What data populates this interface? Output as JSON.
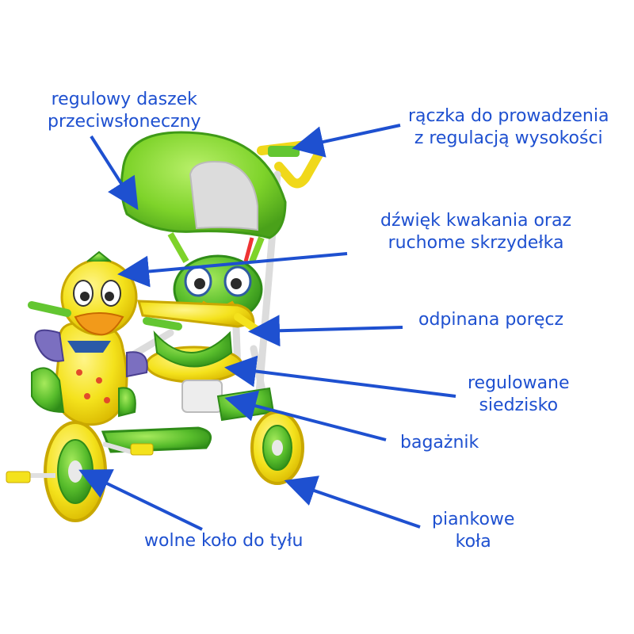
{
  "labels": {
    "canopy": [
      "regulowy daszek",
      "przeciwsłoneczny"
    ],
    "handle": [
      "rączka do prowadzenia",
      "z regulacją wysokości"
    ],
    "sound": [
      "dźwięk kwakania oraz",
      "ruchome skrzydełka"
    ],
    "rail": [
      "odpinana poręcz"
    ],
    "seat": [
      "regulowane",
      "siedzisko"
    ],
    "trunk": [
      "bagażnik"
    ],
    "wheels": [
      "piankowe",
      "koła"
    ],
    "freewheel": [
      "wolne koło do tyłu"
    ]
  },
  "colors": {
    "label": "#1e50d0",
    "arrow": "#1e50d0",
    "canopy": "#7ed32a",
    "frame_yellow": "#f4e21c",
    "frame_green": "#4fb82a",
    "white_frame": "#e6e6e6"
  }
}
